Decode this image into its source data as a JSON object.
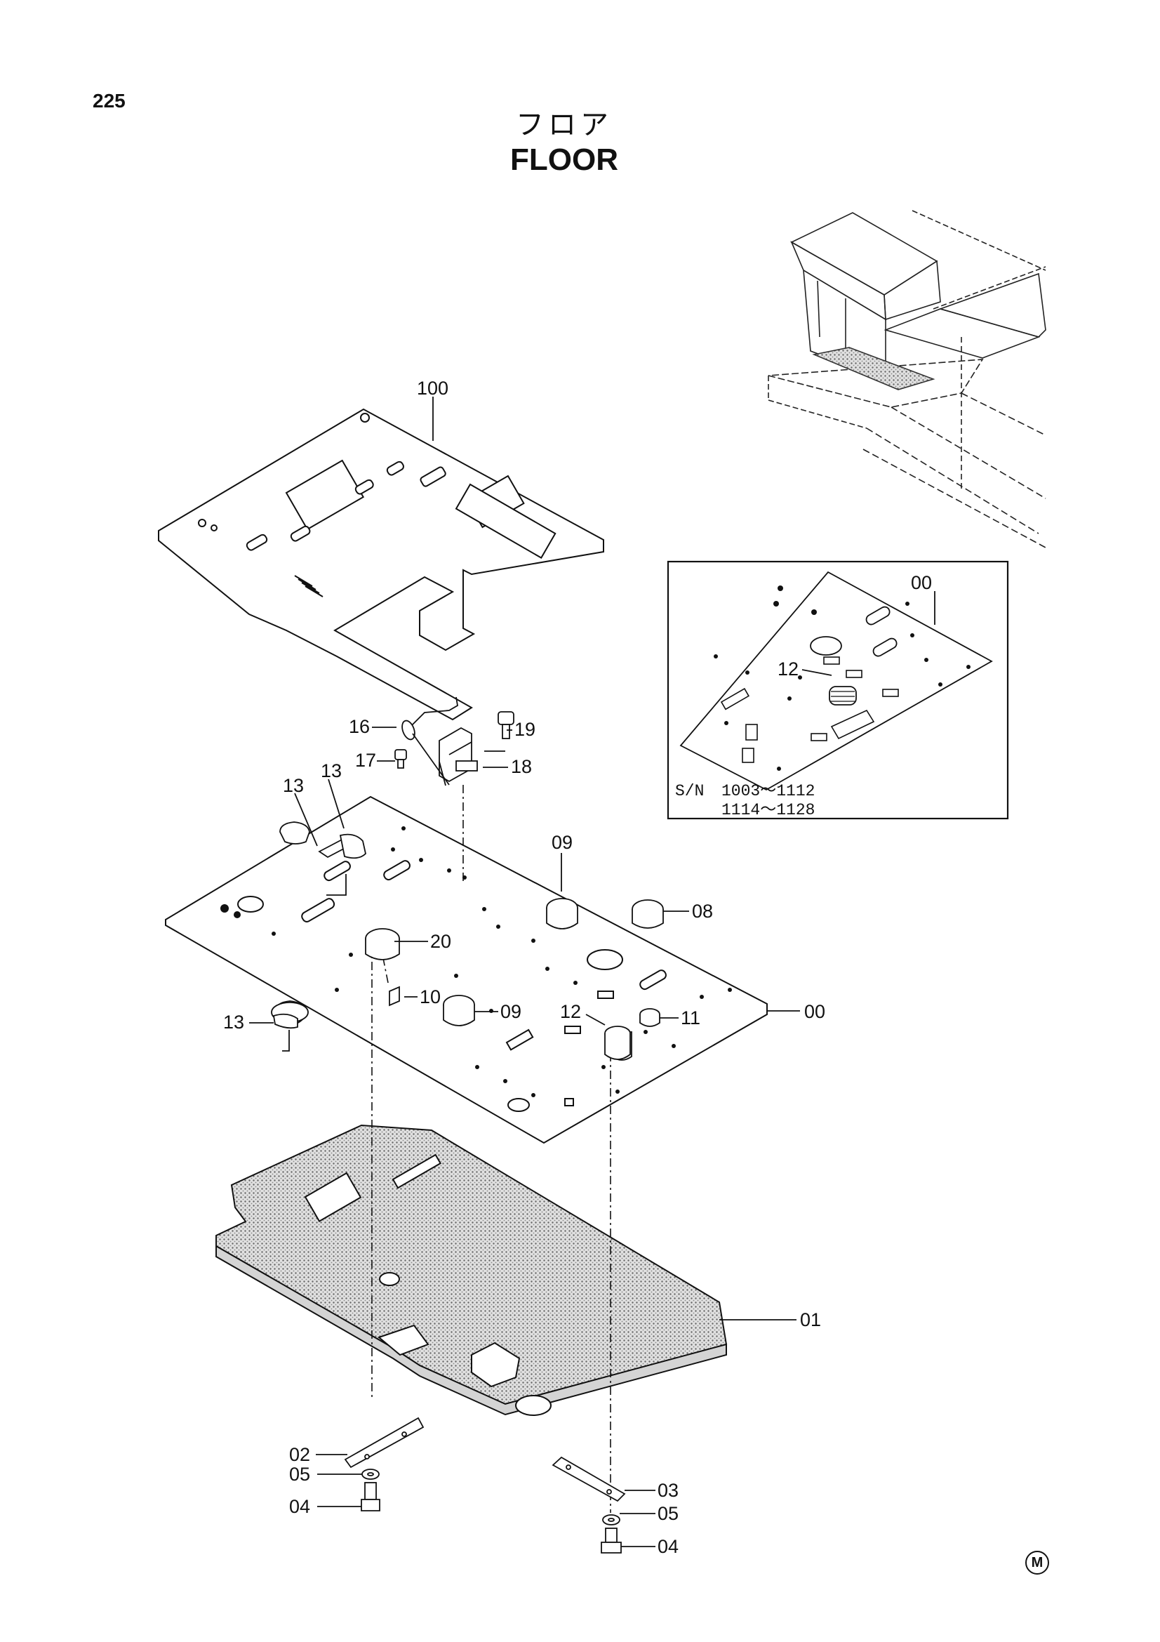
{
  "page_number": "225",
  "title_jp": "フロア",
  "title_en": "FLOOR",
  "callouts": {
    "c100": "100",
    "c16": "16",
    "c17": "17",
    "c19": "19",
    "c18": "18",
    "c13a": "13",
    "c13b": "13",
    "c13c": "13",
    "c09a": "09",
    "c08": "08",
    "c20": "20",
    "c10": "10",
    "c09b": "09",
    "c12": "12",
    "c11": "11",
    "c00": "00",
    "c01": "01",
    "c02": "02",
    "c05a": "05",
    "c04a": "04",
    "c03": "03",
    "c05b": "05",
    "c04b": "04"
  },
  "inset": {
    "part_label": "00",
    "insert_label": "12",
    "serial_prefix": "S/N",
    "serial_range_1": "1003～1112",
    "serial_range_2": "1114～1128"
  },
  "maker_mark": "M"
}
